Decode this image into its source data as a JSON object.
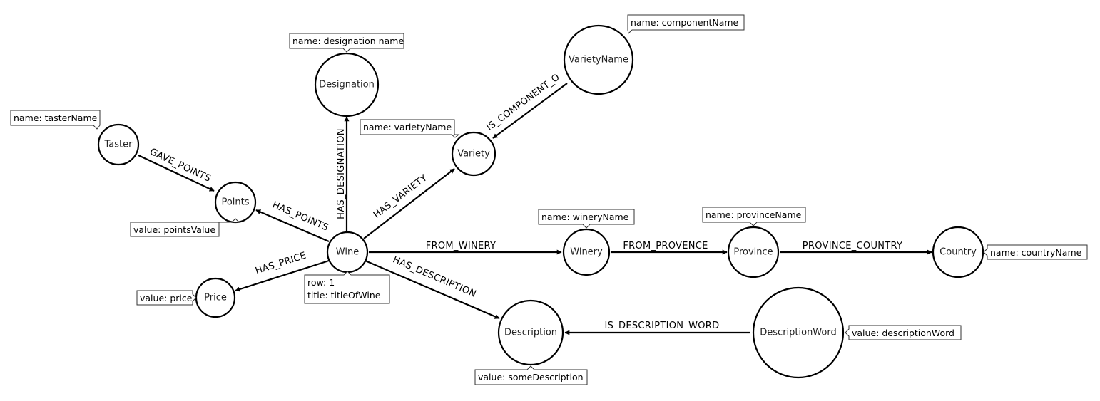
{
  "nodes": {
    "taster": {
      "label": "Taster"
    },
    "points": {
      "label": "Points"
    },
    "designation": {
      "label": "Designation"
    },
    "variety": {
      "label": "Variety"
    },
    "variety_name": {
      "label": "VarietyName"
    },
    "wine": {
      "label": "Wine"
    },
    "price": {
      "label": "Price"
    },
    "winery": {
      "label": "Winery"
    },
    "province": {
      "label": "Province"
    },
    "country": {
      "label": "Country"
    },
    "description": {
      "label": "Description"
    },
    "description_word": {
      "label": "DescriptionWord"
    }
  },
  "edges": {
    "gave_points": "GAVE_POINTS",
    "has_points": "HAS_POINTS",
    "has_designation": "HAS_DESIGNATION",
    "has_variety": "HAS_VARIETY",
    "is_component_of": "IS_COMPONENT_O",
    "has_price": "HAS_PRICE",
    "from_winery": "FROM_WINERY",
    "from_provence": "FROM_PROVENCE",
    "province_country": "PROVINCE_COUNTRY",
    "has_description": "HAS_DESCRIPTION",
    "is_description_word": "IS_DESCRIPTION_WORD"
  },
  "properties": {
    "taster": "name: tasterName",
    "points": "value: pointsValue",
    "designation": "name: designation name",
    "variety": "name: varietyName",
    "variety_name": "name: componentName",
    "wine_row": "row: 1",
    "wine_title": "title: titleOfWine",
    "price": "value: price",
    "winery": "name: wineryName",
    "province": "name: provinceName",
    "country": "name: countryName",
    "description": "value: someDescription",
    "description_word": "value: descriptionWord"
  }
}
